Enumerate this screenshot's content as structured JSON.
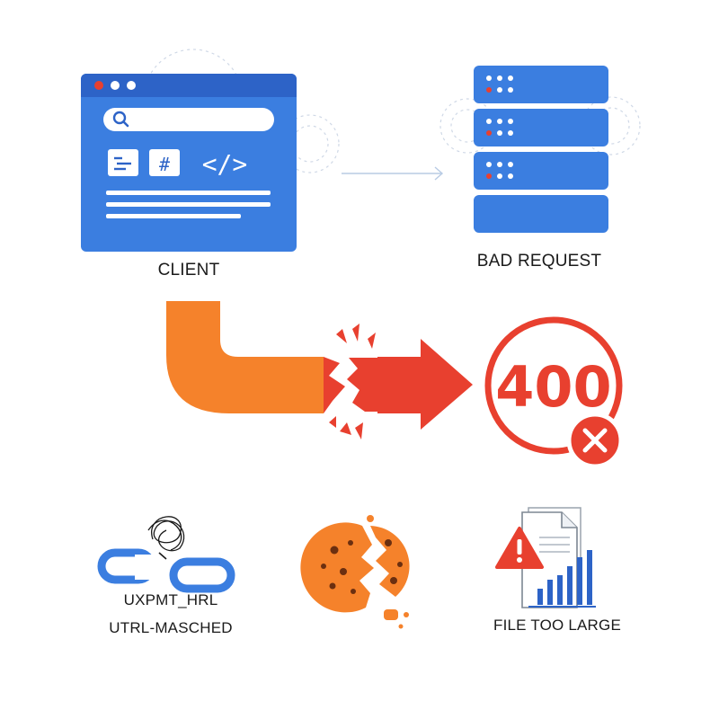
{
  "client": {
    "label": "CLIENT",
    "code_symbol": "</>",
    "grid_symbol": "#",
    "browser_color": "#3b7ee0",
    "titlebar_color": "#2d63c7"
  },
  "server": {
    "label": "BAD REQUEST",
    "color": "#3b7ee0"
  },
  "error": {
    "code": "400",
    "accent": "#e8402f",
    "x_symbol": "✕"
  },
  "flow": {
    "pipe_color": "#f5822b",
    "arrow_color": "#e8402f"
  },
  "causes": [
    {
      "label_line1": "UXPMT_HRL",
      "label_line2": "UTRL-MASCHED",
      "icon": "broken-link-icon"
    },
    {
      "label": "",
      "icon": "broken-cookie-icon"
    },
    {
      "label": "FILE TOO LARGE",
      "icon": "large-file-warning-icon"
    }
  ]
}
